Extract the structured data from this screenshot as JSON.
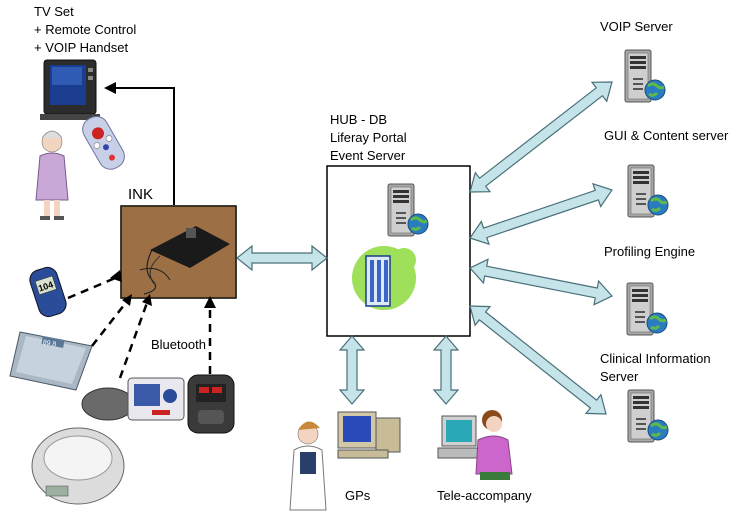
{
  "tv": {
    "label_line1": "TV Set",
    "label_line2": "+ Remote Control",
    "label_line3": "+ VOIP Handset"
  },
  "ink": {
    "label": "INK"
  },
  "hub": {
    "line1": "HUB - DB",
    "line2": "Liferay Portal",
    "line3": "Event Server"
  },
  "bluetooth": {
    "label": "Bluetooth"
  },
  "scale": {
    "display": "89.8"
  },
  "glucose": {
    "display": "104"
  },
  "servers": {
    "voip": "VOIP Server",
    "gui": "GUI & Content server",
    "profiling": "Profiling Engine",
    "clinical_line1": "Clinical Information",
    "clinical_line2": "Server"
  },
  "bottom": {
    "gps": "GPs",
    "tele": "Tele-accompany"
  },
  "colors": {
    "arrow_fill": "#c4e4ea",
    "arrow_stroke": "#4a6f78",
    "globe": "#2a7cc0",
    "tower": "#9a9a9a"
  }
}
